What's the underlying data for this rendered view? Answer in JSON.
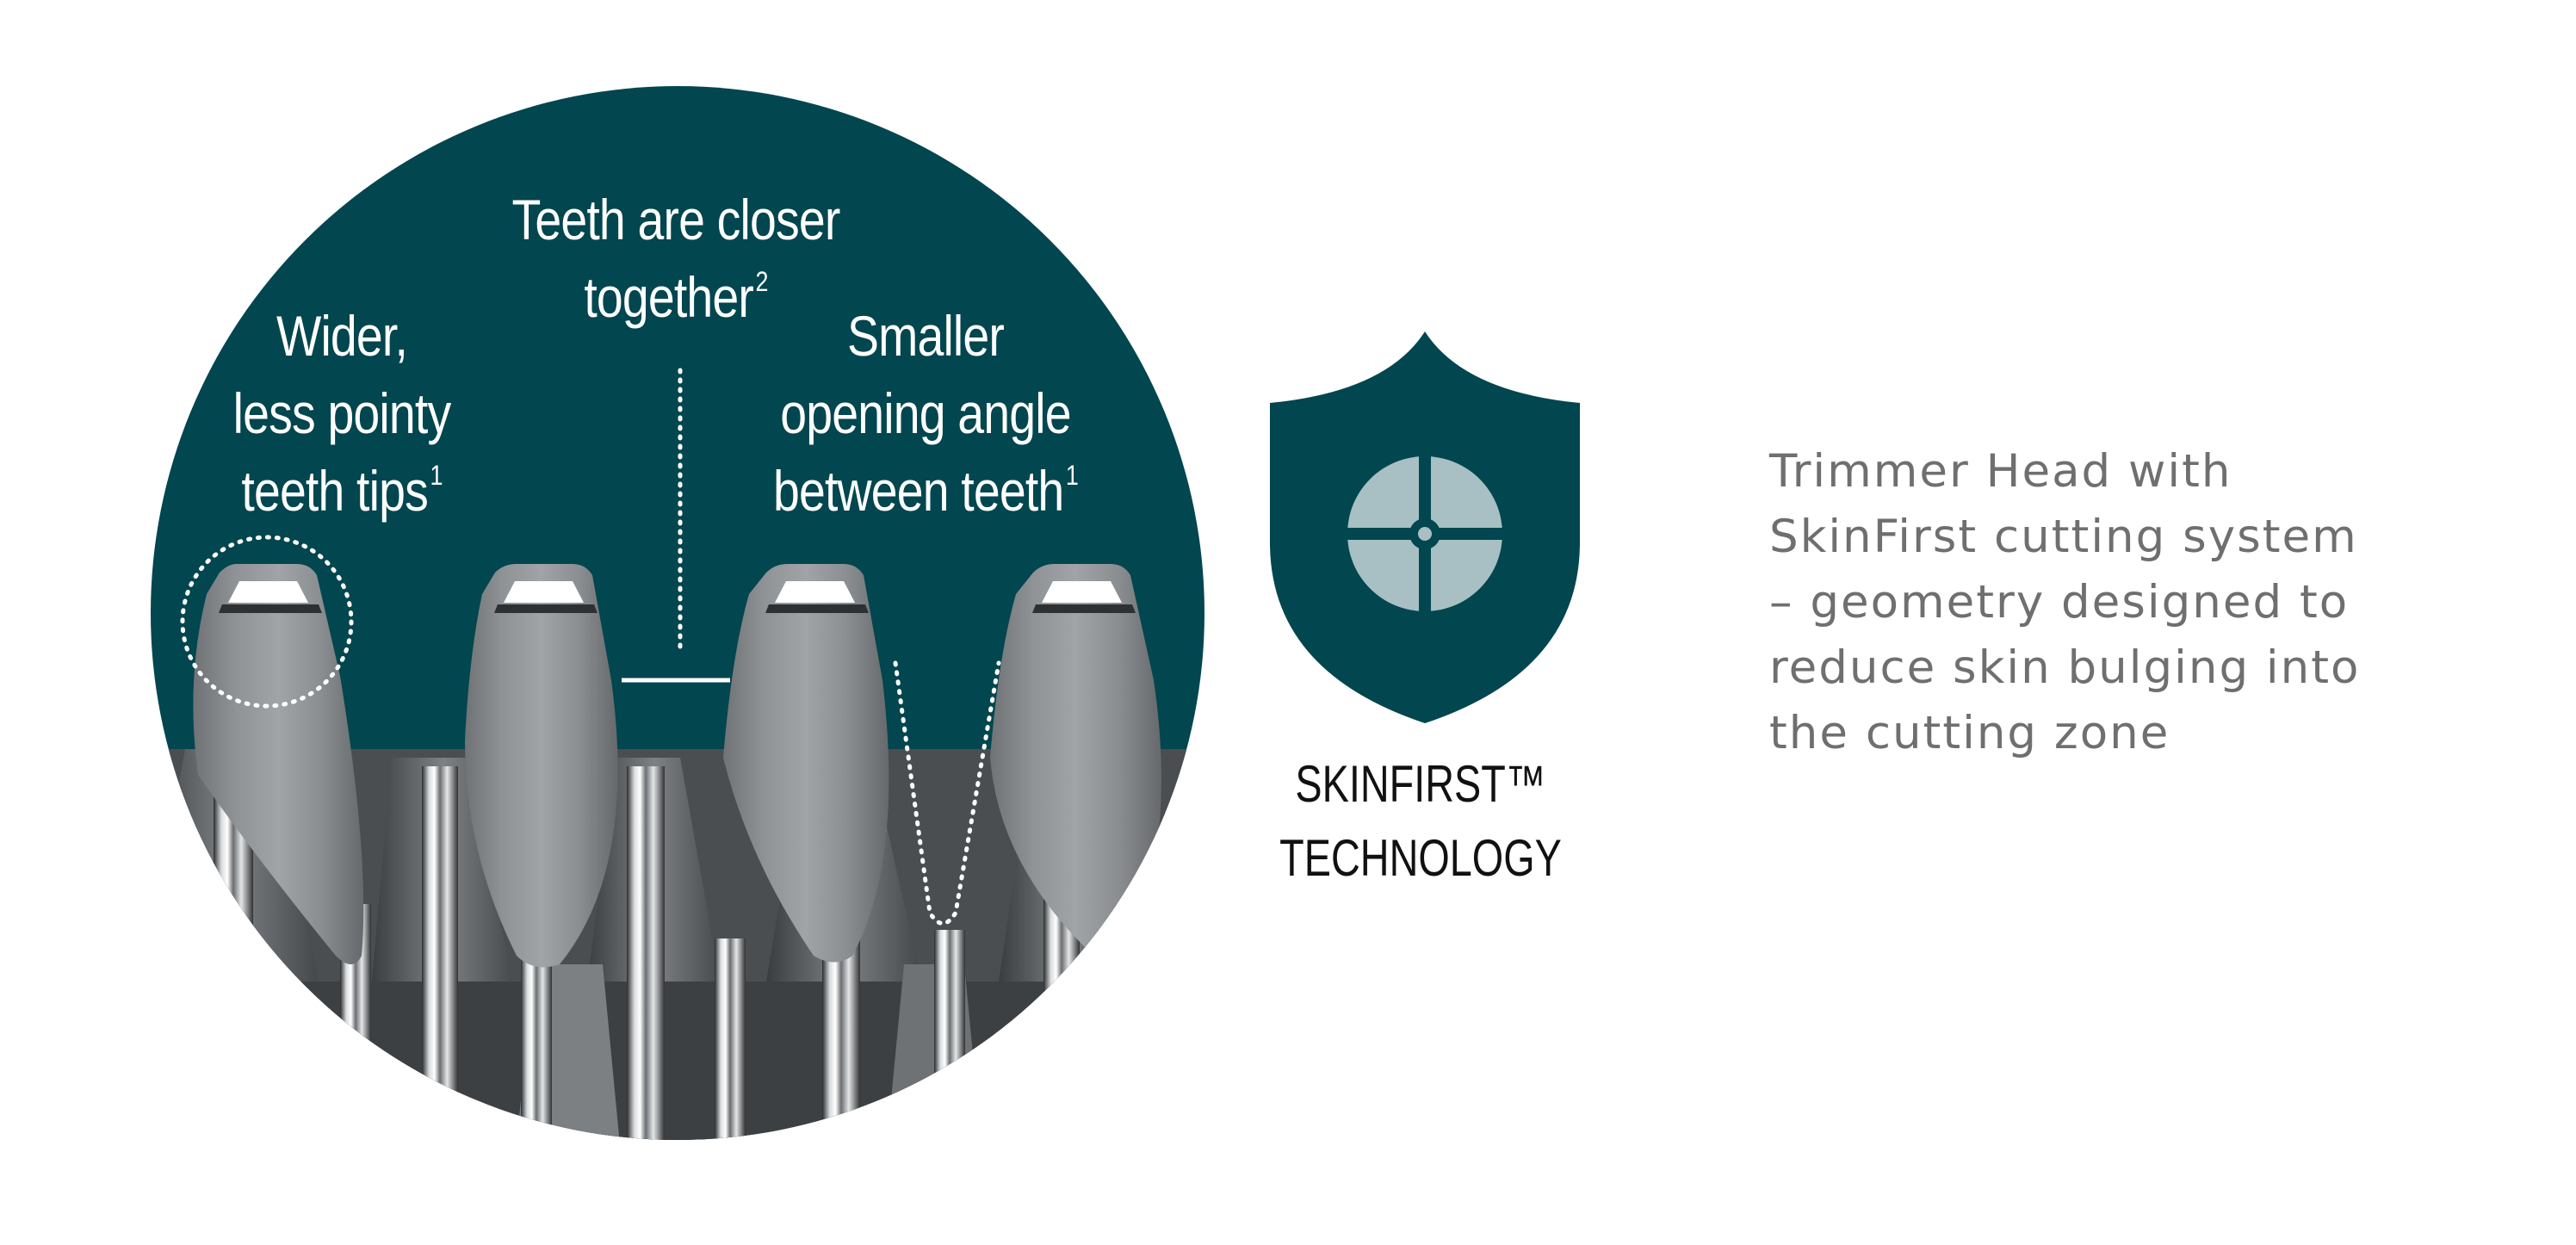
{
  "callouts": {
    "tips": {
      "lines": [
        "Wider,",
        "less pointy",
        "teeth tips"
      ],
      "footnote": "1"
    },
    "closer": {
      "lines": [
        "Teeth are closer",
        "together"
      ],
      "footnote": "2"
    },
    "angle": {
      "lines": [
        "Smaller",
        "opening angle",
        "between teeth"
      ],
      "footnote": "1"
    }
  },
  "badge": {
    "icon": "shield-crosshair-icon",
    "label_lines": [
      "SKINFIRST™",
      "TECHNOLOGY"
    ]
  },
  "description": {
    "lines": [
      "Trimmer Head with",
      "SkinFirst cutting system",
      "– geometry designed to",
      "reduce skin bulging into",
      "the cutting zone"
    ]
  },
  "colors": {
    "teal": "#02464f",
    "shield_symbol": "#a8c0c3",
    "description_text": "#6f6f6f"
  }
}
